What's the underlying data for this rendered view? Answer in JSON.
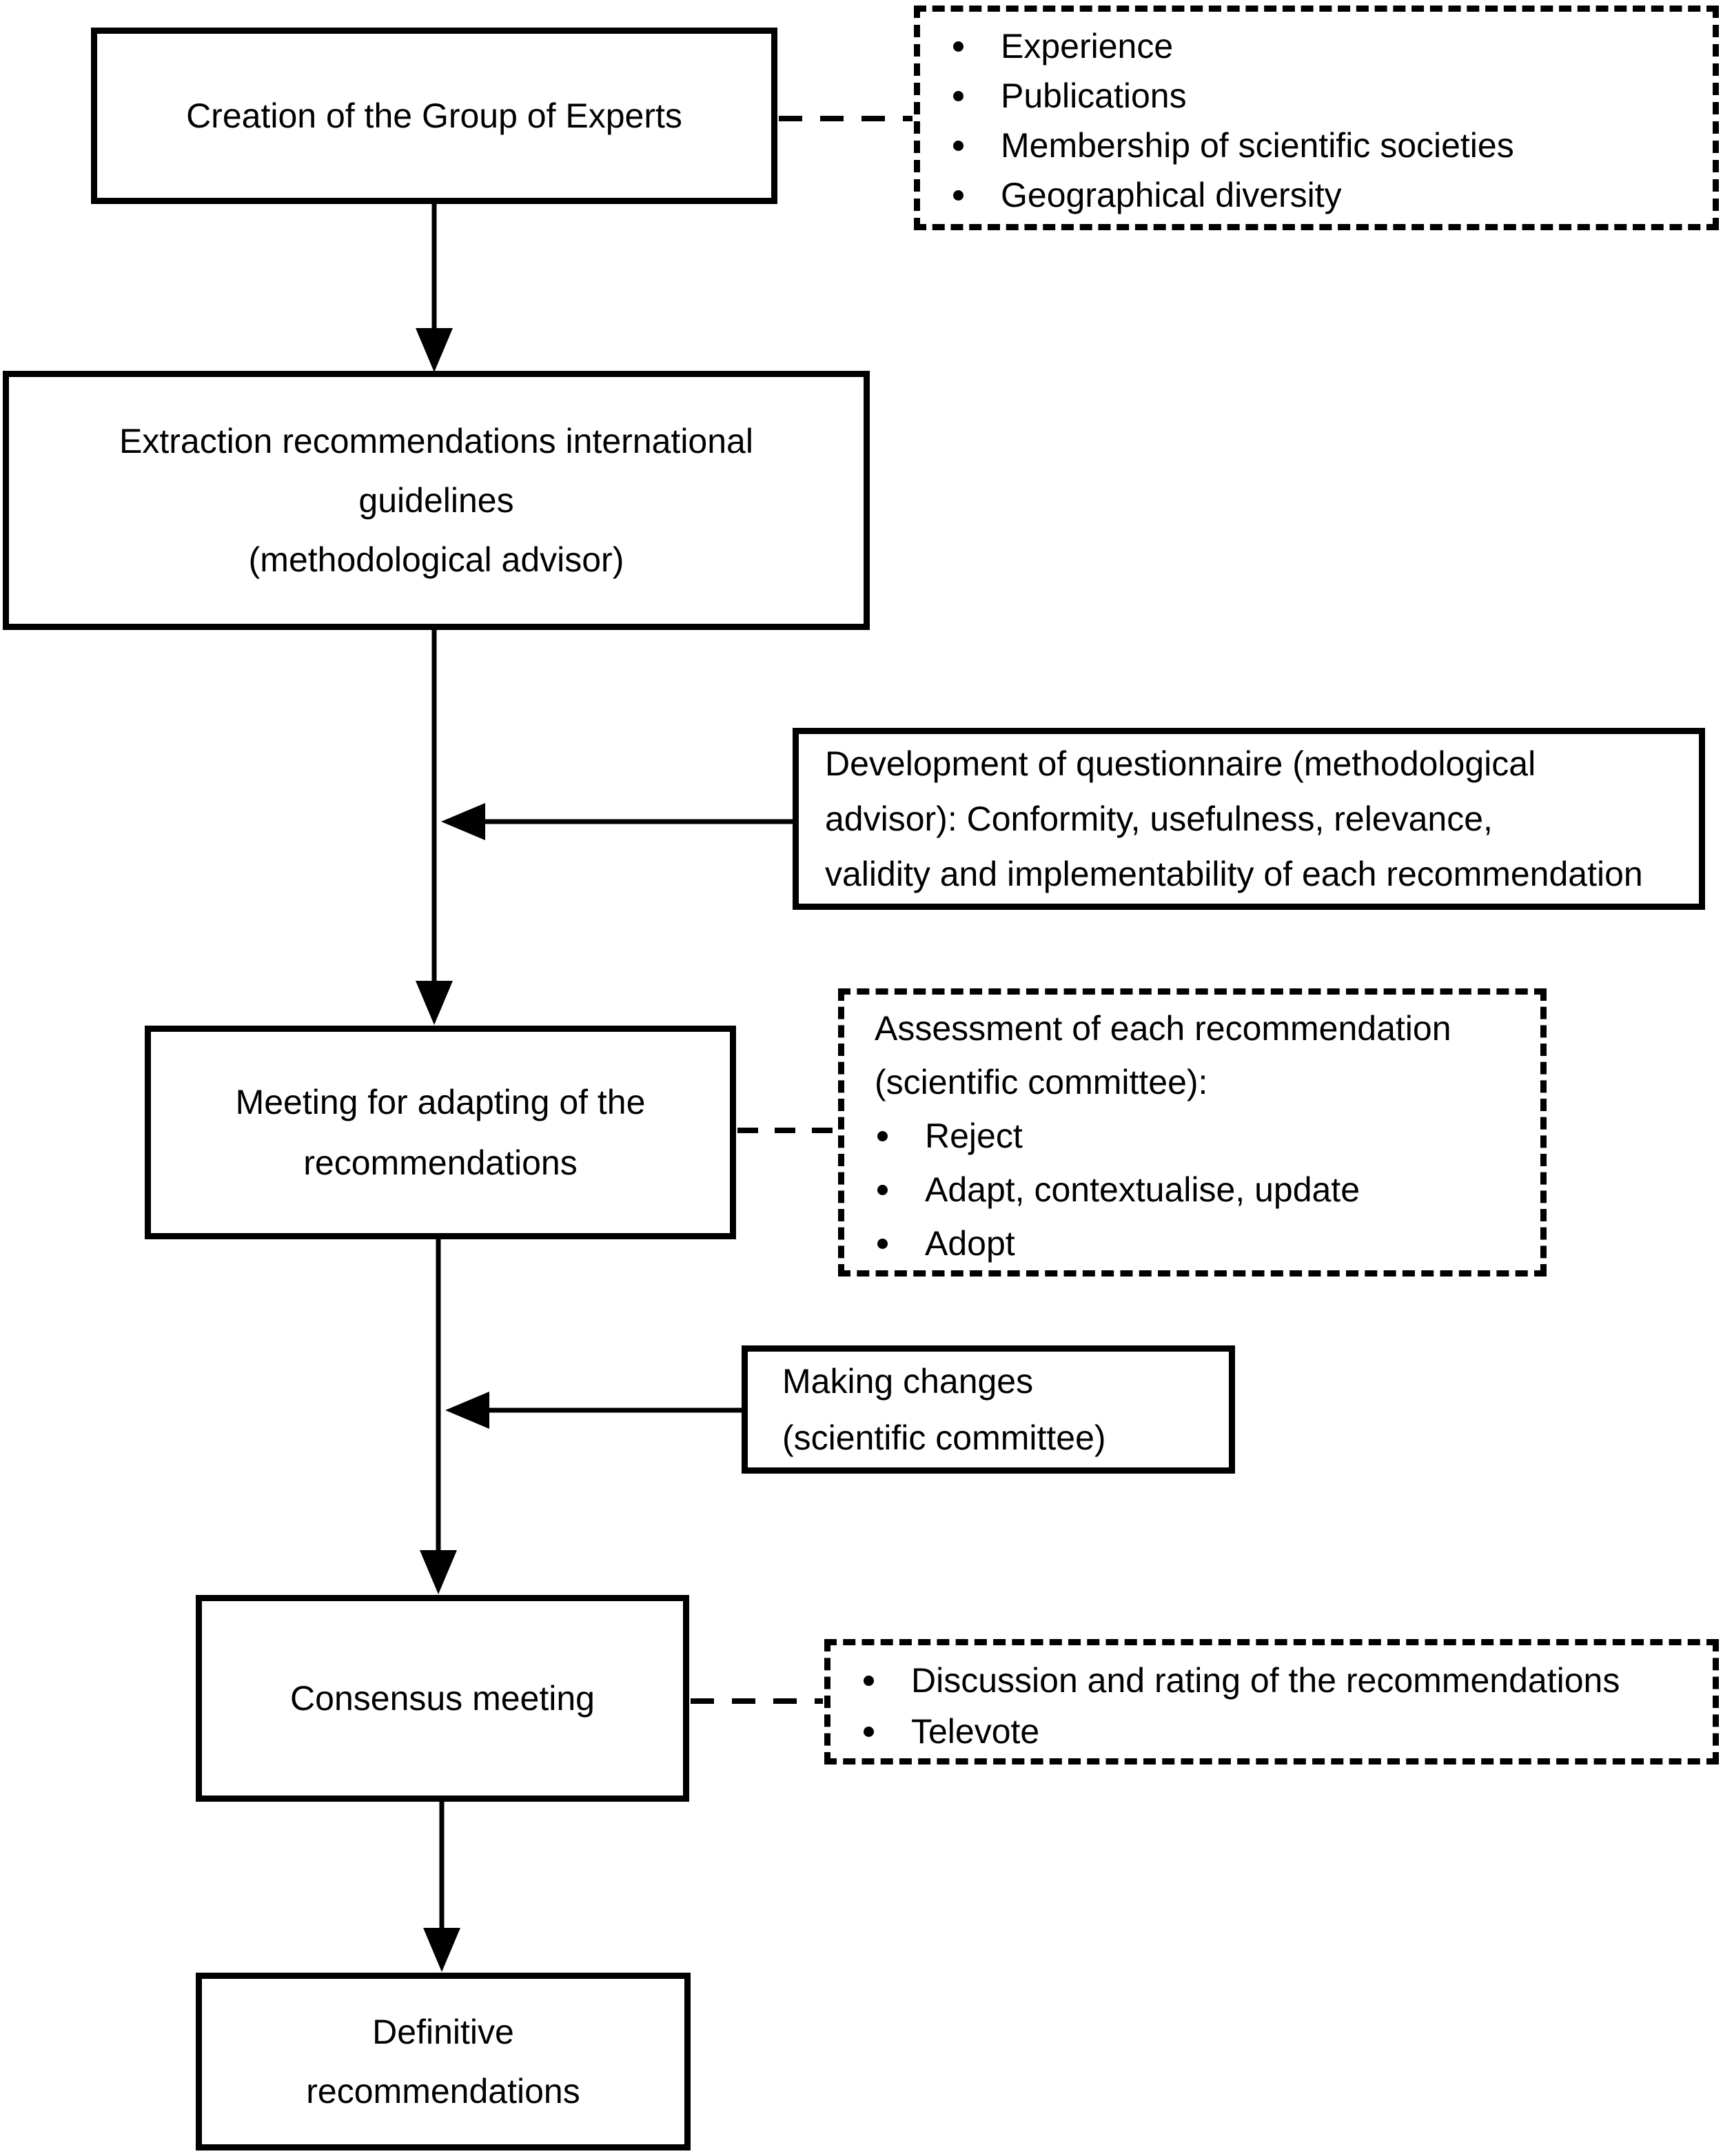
{
  "colors": {
    "line": "#000000",
    "background": "#ffffff",
    "text": "#000000"
  },
  "boxes": {
    "creation": {
      "lines": [
        "Creation of the Group of Experts"
      ]
    },
    "extraction": {
      "lines": [
        "Extraction recommendations international",
        "guidelines",
        "(methodological advisor)"
      ]
    },
    "questionnaire": {
      "lines": [
        "Development of questionnaire (methodological",
        "advisor): Conformity, usefulness, relevance,",
        "validity and implementability of each recommendation"
      ]
    },
    "meeting": {
      "lines": [
        "Meeting for adapting of the",
        "recommendations"
      ]
    },
    "making_changes": {
      "lines": [
        "Making changes",
        "(scientific committee)"
      ]
    },
    "consensus": {
      "lines": [
        "Consensus meeting"
      ]
    },
    "definitive": {
      "lines": [
        "Definitive",
        "recommendations"
      ]
    }
  },
  "dashed_boxes": {
    "criteria": {
      "items": [
        "Experience",
        "Publications",
        "Membership of scientific societies",
        "Geographical diversity"
      ]
    },
    "assessment": {
      "title_lines": [
        "Assessment of each recommendation",
        "(scientific committee):"
      ],
      "items": [
        "Reject",
        "Adapt, contextualise, update",
        "Adopt"
      ]
    },
    "discussion": {
      "items": [
        "Discussion and rating of the recommendations",
        "Televote"
      ]
    }
  }
}
